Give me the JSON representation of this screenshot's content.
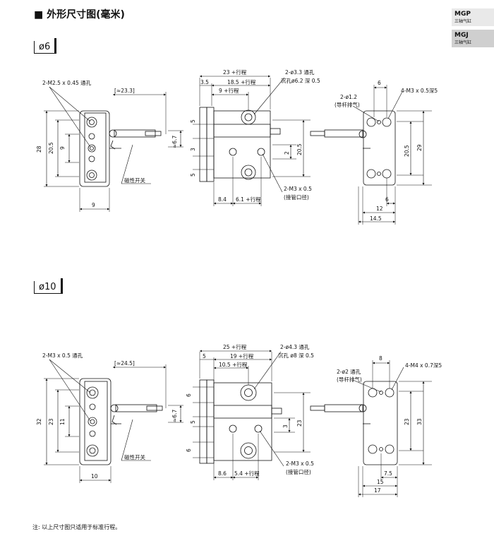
{
  "section_title": "■ 外形尺寸图(毫米)",
  "side_tabs": [
    {
      "code": "MGP",
      "sub": "三轴气缸"
    },
    {
      "code": "MGJ",
      "sub": "三轴气缸"
    }
  ],
  "bores": [
    {
      "label": "ø6",
      "front": {
        "hole": "2-M2.5 x 0.45 通孔",
        "clear": "[≈23.3]",
        "switch": "磁性开关",
        "h_total": "28",
        "h_mid": "20.5",
        "h_in": "9",
        "w_bottom": "9",
        "side": "≈6.7"
      },
      "side": {
        "len_total": "23 +行程",
        "len_2": "18.5 +行程",
        "len_3": "9 +行程",
        "left_off": "3.5",
        "callout1": "2-ø3.3 通孔",
        "callout2": "沉孔ø6.2 深 0.5",
        "v1": "5",
        "v2": "3",
        "v3": "5",
        "r1": "2",
        "r2": "20.5",
        "b1": "8.4",
        "b2": "6.1 +行程",
        "port": "2-M3 x 0.5",
        "port_note": "(接管口径)"
      },
      "rear": {
        "top": "6",
        "hole1": "2-ø1.2",
        "hole1_note": "(导杆排气)",
        "hole2": "4-M3 x 0.5深5",
        "h1": "20.5",
        "h2": "29",
        "b1": "6",
        "b2": "12",
        "b3": "14.5"
      }
    },
    {
      "label": "ø10",
      "front": {
        "hole": "2-M3 x 0.5 通孔",
        "clear": "[≈24.5]",
        "switch": "磁性开关",
        "h_total": "32",
        "h_mid": "23",
        "h_in": "11",
        "w_bottom": "10",
        "side": "≈6.7"
      },
      "side": {
        "len_total": "25 +行程",
        "len_2": "19 +行程",
        "len_3": "10.5 +行程",
        "left_off": "5",
        "callout1": "2-ø4.3 通孔",
        "callout2": "沉孔 ø8 深 0.5",
        "v1": "6",
        "v2": "5",
        "v3": "6",
        "r1": "3",
        "r2": "23",
        "b1": "8.6",
        "b2": "5.4 +行程",
        "port": "2-M3 x 0.5",
        "port_note": "(接管口径)"
      },
      "rear": {
        "top": "8",
        "hole1": "2-ø2 通孔",
        "hole1_note": "(导杆排气)",
        "hole2": "4-M4 x 0.7深5",
        "h1": "23",
        "h2": "33",
        "b1": "7.5",
        "b2": "15",
        "b3": "17"
      }
    }
  ],
  "note": "注: 以上尺寸图只适用于标准行程。"
}
